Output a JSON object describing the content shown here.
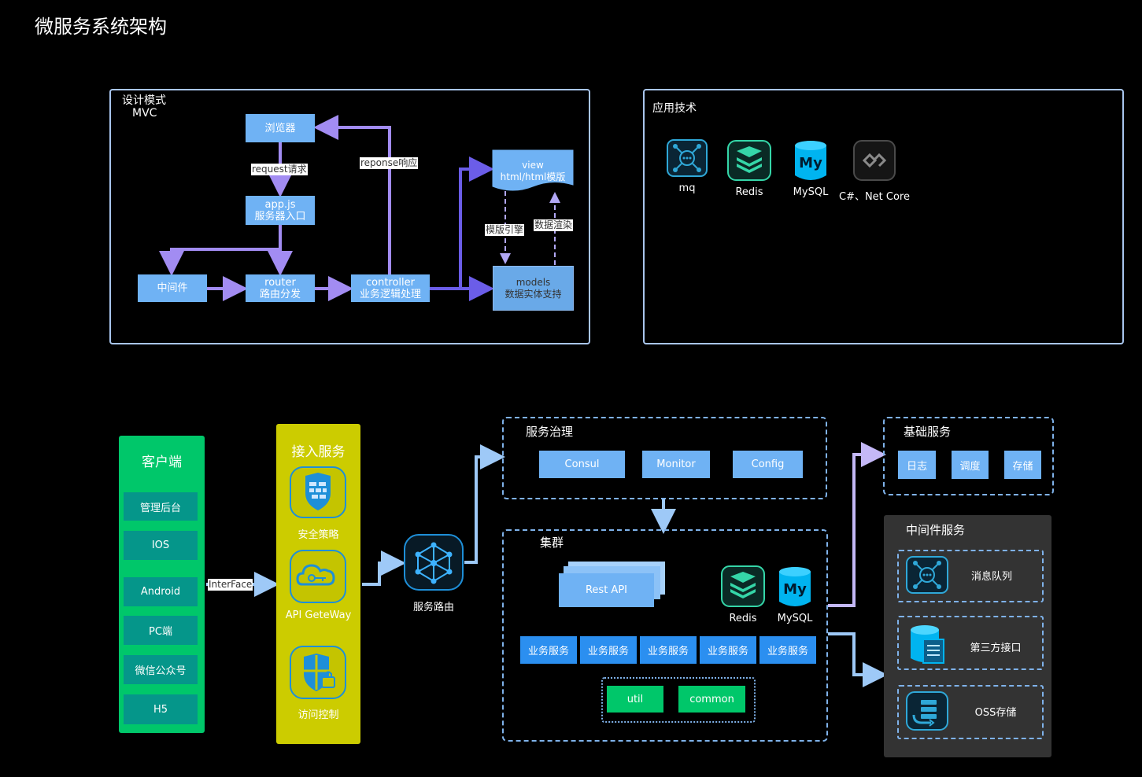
{
  "title": "微服务系统架构",
  "mvc": {
    "heading_line1": "设计模式",
    "heading_line2": "MVC",
    "browser": "浏览器",
    "app_line1": "app.js",
    "app_line2": "服务器入口",
    "middleware": "中间件",
    "router_line1": "router",
    "router_line2": "路由分发",
    "controller_line1": "controller",
    "controller_line2": "业务逻辑处理",
    "view_line1": "view",
    "view_line2": "html/html模版",
    "models_line1": "models",
    "models_line2": "数据实体支持",
    "edge_request": "request请求",
    "edge_response": "reponse响应",
    "edge_template": "模版引擎",
    "edge_render": "数据渲染"
  },
  "tech": {
    "heading": "应用技术",
    "items": [
      {
        "label": "mq",
        "icon": "mq-icon"
      },
      {
        "label": "Redis",
        "icon": "redis-icon"
      },
      {
        "label": "MySQL",
        "icon": "mysql-icon"
      },
      {
        "label": "C#、Net Core",
        "icon": "netcore-icon"
      }
    ]
  },
  "client": {
    "heading": "客户端",
    "items": [
      "管理后台",
      "IOS",
      "Android",
      "PC端",
      "微信公众号",
      "H5"
    ]
  },
  "interface_label": "InterFace",
  "gateway": {
    "heading": "接入服务",
    "items": [
      {
        "label": "安全策略",
        "icon": "firewall-icon"
      },
      {
        "label": "API GeteWay",
        "icon": "cloud-key-icon"
      },
      {
        "label": "访问控制",
        "icon": "shield-lock-icon"
      }
    ]
  },
  "routing": {
    "label": "服务路由",
    "icon": "network-icon"
  },
  "governance": {
    "heading": "服务治理",
    "items": [
      "Consul",
      "Monitor",
      "Config"
    ]
  },
  "cluster": {
    "heading": "集群",
    "rest_api": "Rest API",
    "redis": "Redis",
    "mysql": "MySQL",
    "biz_services": [
      "业务服务",
      "业务服务",
      "业务服务",
      "业务服务",
      "业务服务"
    ],
    "util": "util",
    "common": "common"
  },
  "basic": {
    "heading": "基础服务",
    "items": [
      "日志",
      "调度",
      "存储"
    ]
  },
  "middleware_svc": {
    "heading": "中间件服务",
    "items": [
      {
        "label": "消息队列",
        "icon": "mq-icon"
      },
      {
        "label": "第三方接口",
        "icon": "database-doc-icon"
      },
      {
        "label": "OSS存储",
        "icon": "storage-icon"
      }
    ]
  },
  "colors": {
    "node_blue": "#6fb2f4",
    "arrow_purple": "#a28cf2",
    "arrow_deep": "#6b5de8",
    "client_green": "#00c76a",
    "client_item": "#05968a",
    "gateway_yellow": "#cccc00",
    "panel_border": "#a9c6ee"
  }
}
